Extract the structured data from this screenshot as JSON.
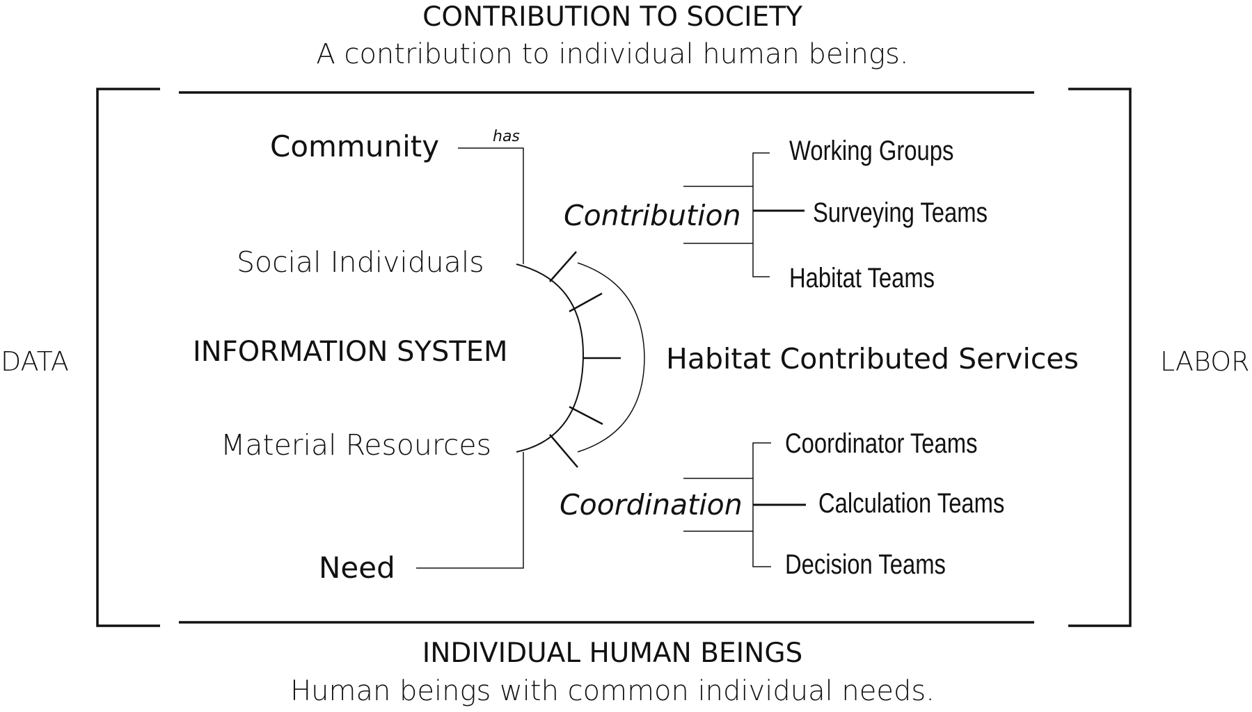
{
  "top": {
    "heading": "CONTRIBUTION TO SOCIETY",
    "subheading": "A contribution to individual human beings."
  },
  "bottom": {
    "heading": "INDIVIDUAL HUMAN BEINGS",
    "subheading": "Human beings with common individual needs."
  },
  "sides": {
    "left": "DATA",
    "right": "LABOR"
  },
  "left_column": {
    "community": "Community",
    "has": "has",
    "social_individuals": "Social Individuals",
    "information_system": "INFORMATION SYSTEM",
    "material_resources": "Material Resources",
    "need": "Need"
  },
  "center": {
    "services": "Habitat Contributed Services"
  },
  "contribution": {
    "label": "Contribution",
    "teams": [
      "Working Groups",
      "Surveying Teams",
      "Habitat Teams"
    ]
  },
  "coordination": {
    "label": "Coordination",
    "teams": [
      "Coordinator Teams",
      "Calculation Teams",
      "Decision Teams"
    ]
  }
}
